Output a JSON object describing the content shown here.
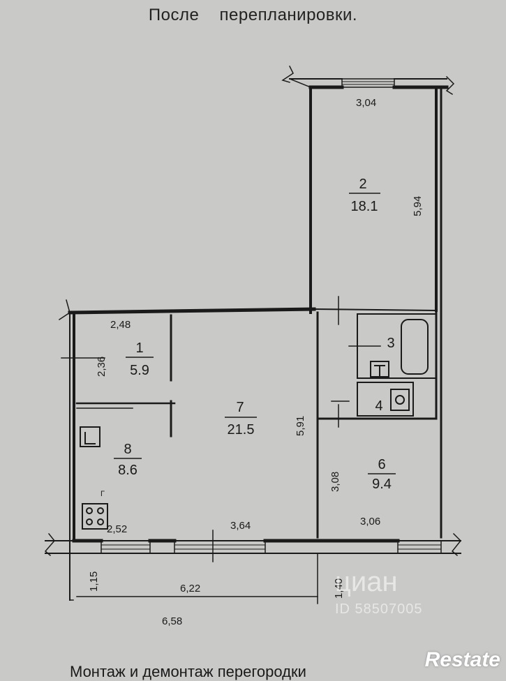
{
  "header": {
    "title": "После перепланировки."
  },
  "rooms": [
    {
      "num": "1",
      "area": "5.9"
    },
    {
      "num": "2",
      "area": "18.1"
    },
    {
      "num": "3",
      "area": ""
    },
    {
      "num": "4",
      "area": ""
    },
    {
      "num": "6",
      "area": "9.4"
    },
    {
      "num": "7",
      "area": "21.5"
    },
    {
      "num": "8",
      "area": "8.6"
    }
  ],
  "dimensions": {
    "d_3_04": "3,04",
    "d_5_94": "5,94",
    "d_2_48": "2,48",
    "d_2_36": "2,36",
    "d_5_91": "5,91",
    "d_3_08": "3,08",
    "d_2_52": "2,52",
    "d_3_64": "3,64",
    "d_3_06": "3,06",
    "d_1_15": "1,15",
    "d_6_22": "6,22",
    "d_1_40": "1,40",
    "d_6_58": "6,58"
  },
  "stove_mark": "Г",
  "watermark": {
    "text": "циан",
    "id": "ID 58507005"
  },
  "footer": {
    "note": "Монтаж и демонтаж перегородки"
  },
  "brand": "Restate"
}
